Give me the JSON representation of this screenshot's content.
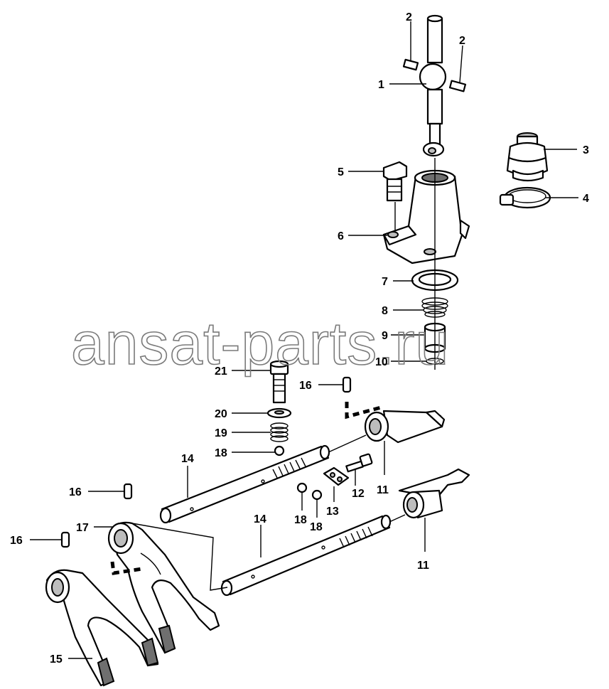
{
  "watermark": "ansat-parts.ru",
  "callouts": [
    "1",
    "2",
    "2",
    "3",
    "4",
    "5",
    "6",
    "7",
    "8",
    "9",
    "10",
    "11",
    "11",
    "12",
    "13",
    "14",
    "14",
    "15",
    "16",
    "16",
    "16",
    "17",
    "18",
    "18",
    "18",
    "19",
    "20",
    "21"
  ],
  "colors": {
    "line": "#000000",
    "shade": "#bdbdbd",
    "watermark": "#7a7a7a",
    "background": "#ffffff"
  }
}
